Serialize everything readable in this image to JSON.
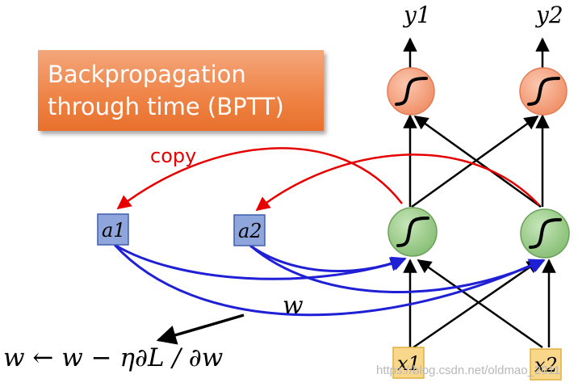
{
  "title": {
    "line1": "Backpropagation",
    "line2": "through time (BPTT)"
  },
  "labels": {
    "copy": "copy",
    "weight": "w",
    "update_rule": "w ← w − η∂L / ∂w",
    "watermark": "https://blog.csdn.net/oldmao_2011"
  },
  "nodes": {
    "outputs": [
      "y1",
      "y2"
    ],
    "memory": [
      "a1",
      "a2"
    ],
    "inputs": [
      "x1",
      "x2"
    ]
  },
  "colors": {
    "title_bg": "#ef8548",
    "output_neuron": "#f5a98a",
    "hidden_neuron": "#9fcf8e",
    "memory_cell": "#8ea6dc",
    "input_cell": "#f9d78a",
    "copy_arrow": "#e60000",
    "weight_arrow": "#1f1fd6"
  },
  "icons": {
    "neuron": "sigmoid-curve-icon"
  }
}
